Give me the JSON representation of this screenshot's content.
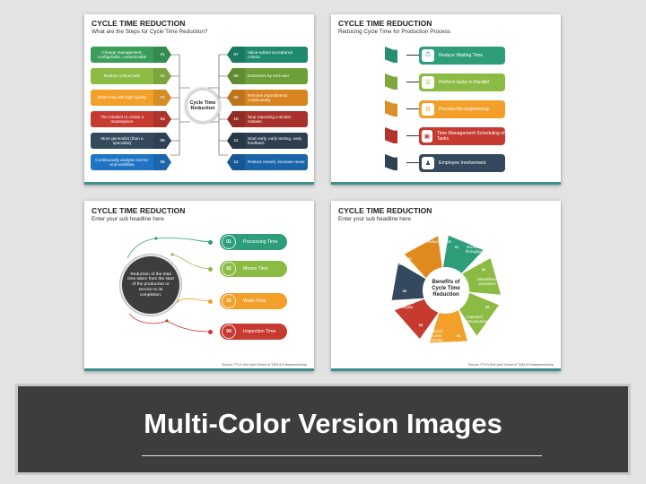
{
  "slides": {
    "s1": {
      "title": "CYCLE TIME REDUCTION",
      "subtitle": "What are the Steps for Cycle Time Reduction?",
      "center": "Cycle Time Reduction",
      "left": [
        {
          "num": "01",
          "text": "Change management, configurable, customizable",
          "color": "#3a9e5a"
        },
        {
          "num": "02",
          "text": "Reduce critical path",
          "color": "#8cbb44"
        },
        {
          "num": "03",
          "text": "Defer less with high quality",
          "color": "#f2a02a"
        },
        {
          "num": "04",
          "text": "The mindset to create a masterpiece",
          "color": "#c63a30"
        },
        {
          "num": "05",
          "text": "More generalist (than a specialist)",
          "color": "#34495e"
        },
        {
          "num": "06",
          "text": "Continuously analyse end-to-end workflow",
          "color": "#1f74c4"
        }
      ],
      "right": [
        {
          "num": "07",
          "text": "Value-added acceptance criteria",
          "color": "#1e8a6e"
        },
        {
          "num": "08",
          "text": "Doneness by end-user",
          "color": "#6e9e37"
        },
        {
          "num": "09",
          "text": "Remove impediments continuously",
          "color": "#d88420"
        },
        {
          "num": "10",
          "text": "Stop repeating a similar mistake",
          "color": "#a8322b"
        },
        {
          "num": "11",
          "text": "Start early, early testing, early feedback.",
          "color": "#2d3e50"
        },
        {
          "num": "12",
          "text": "Reduce rework, increase reuse",
          "color": "#1a64a8"
        }
      ]
    },
    "s2": {
      "title": "CYCLE TIME REDUCTION",
      "subtitle": "Reducing Cycle Time for Production Process",
      "items": [
        {
          "num": "01",
          "text": "Reduce Waiting Time",
          "icon": "⏱",
          "color": "#2e9e7a"
        },
        {
          "num": "02",
          "text": "Perform tasks in Parallel",
          "icon": "☰",
          "color": "#8cbb44"
        },
        {
          "num": "03",
          "text": "Process Re-engineering",
          "icon": "⚙",
          "color": "#f2a02a"
        },
        {
          "num": "04",
          "text": "Time Management Scheduling of Tasks",
          "icon": "▣",
          "color": "#c63a30"
        },
        {
          "num": "05",
          "text": "Employee Involvement",
          "icon": "♟",
          "color": "#34495e"
        }
      ]
    },
    "s3": {
      "title": "CYCLE TIME REDUCTION",
      "subtitle": "Enter your sub headline here",
      "circle_text": "Reduction of the total time taken from the start of the production or service to its completion.",
      "items": [
        {
          "num": "01",
          "text": "Processing Time",
          "color": "#2e9e7a"
        },
        {
          "num": "02",
          "text": "Moves Time",
          "color": "#8cbb44"
        },
        {
          "num": "03",
          "text": "Waits Time",
          "color": "#f2a02a"
        },
        {
          "num": "04",
          "text": "Inspection Time",
          "color": "#c63a30"
        }
      ],
      "source": "Source: FTU's Dori Iyoti School of TQM & Entrepreneurship"
    },
    "s4": {
      "title": "CYCLE TIME REDUCTION",
      "subtitle": "Enter your sub headline here",
      "center": "Benefits of Cycle Time Reduction",
      "segments": [
        {
          "num": "01",
          "text": "Reduced costs",
          "color": "#2e9e7a"
        },
        {
          "num": "",
          "text": "Increased throughput",
          "color": "#8cbb44"
        },
        {
          "num": "02",
          "text": "Streamlined processes",
          "color": "#8cbb44"
        },
        {
          "num": "03",
          "text": "Improved communications",
          "color": "#f2a02a"
        },
        {
          "num": "04",
          "text": "Reduced process variability",
          "color": "#c63a30"
        },
        {
          "num": "05",
          "text": "Schedule integrity",
          "color": "#34495e"
        },
        {
          "num": "06",
          "text": "Improved on-time delivery",
          "color": "#1f74c4"
        },
        {
          "num": "07",
          "text": "",
          "color": "#e08a1e"
        }
      ],
      "source": "Source: FTU's Dori Iyoti School of TQM & Entrepreneurship"
    }
  },
  "banner": {
    "title": "Multi-Color Version Images"
  }
}
